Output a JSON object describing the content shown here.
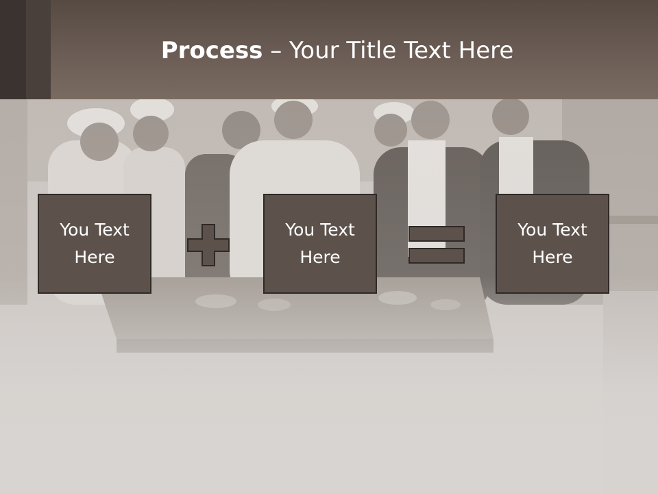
{
  "header": {
    "title_bold": "Process",
    "title_rest": " – Your Title Text Here"
  },
  "process": {
    "steps": [
      {
        "label": "You Text Here"
      },
      {
        "label": "You Text Here"
      },
      {
        "label": "You Text Here"
      }
    ],
    "operators": [
      {
        "icon": "plus-icon"
      },
      {
        "icon": "equals-icon"
      }
    ]
  },
  "colors": {
    "header": "#6b5d55",
    "box_fill": "#5d524b",
    "box_border": "#2f2926",
    "operator_fill": "#5d524b",
    "text": "#ffffff"
  }
}
